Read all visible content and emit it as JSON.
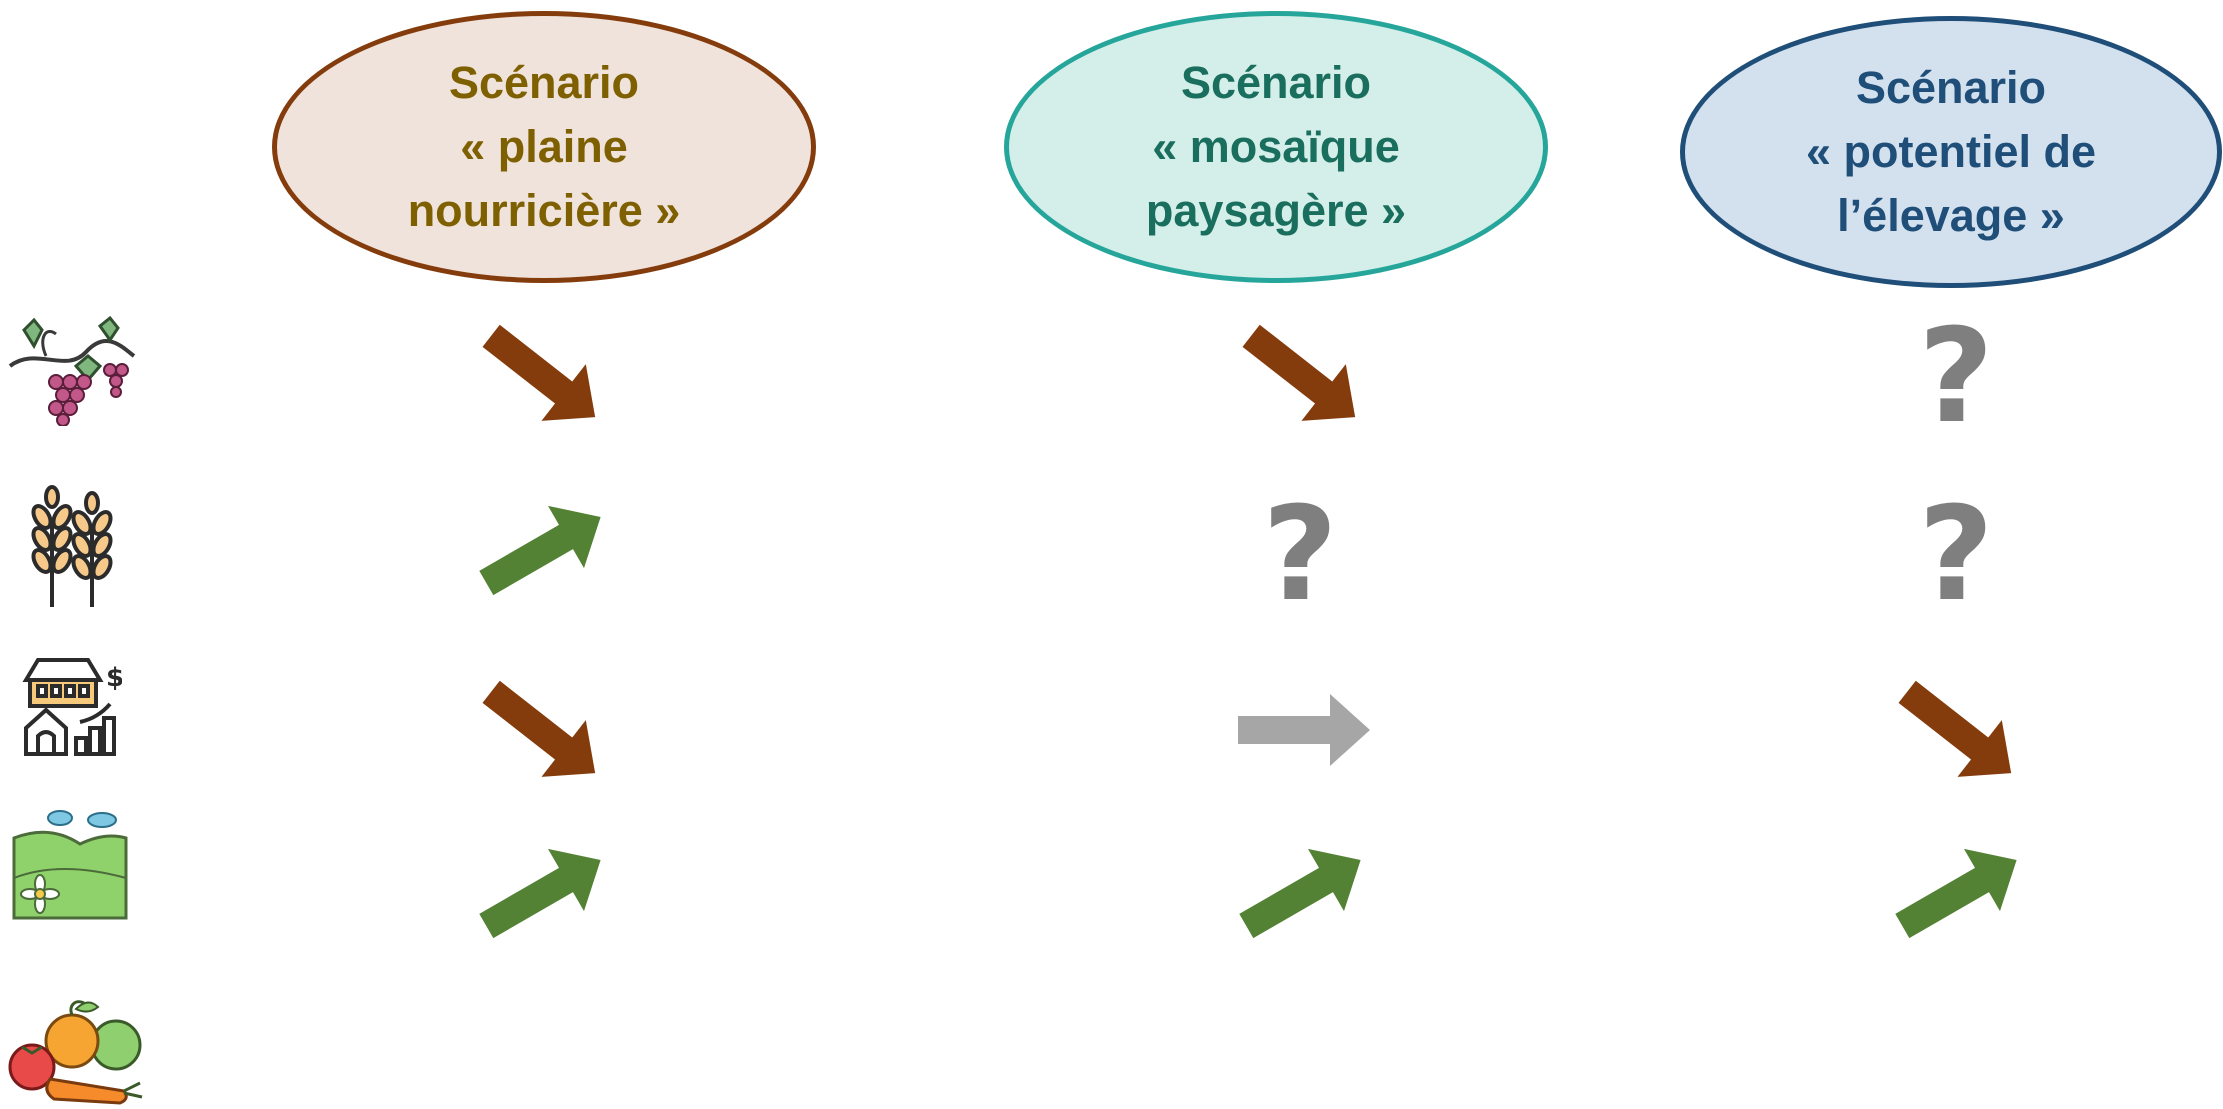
{
  "scenarios": [
    {
      "label": "Scénario\n« plaine\nnourricière »",
      "text_color": "#7f6000",
      "fill": "#efe3dc",
      "border": "#843c0c"
    },
    {
      "label": "Scénario\n« mosaïque\npaysagère »",
      "text_color": "#1a6e5d",
      "fill": "#d4eeea",
      "border": "#26a69a"
    },
    {
      "label": "Scénario\n« potentiel de\nl’élevage »",
      "text_color": "#1f4e79",
      "fill": "#d3e1ef",
      "border": "#1f4e79"
    }
  ],
  "rows": [
    {
      "icon": "grapevine-icon",
      "trends": [
        "down",
        "down",
        "unknown"
      ]
    },
    {
      "icon": "wheat-icon",
      "trends": [
        "up",
        "unknown",
        "unknown"
      ]
    },
    {
      "icon": "farm-economy-icon",
      "trends": [
        "down",
        "stable",
        "down"
      ]
    },
    {
      "icon": "landscape-icon",
      "trends": [
        "up",
        "up",
        "up"
      ]
    },
    {
      "icon": "fruits-vegetables-icon",
      "trends": [
        "",
        "",
        ""
      ]
    }
  ],
  "colors": {
    "up": "#548235",
    "down": "#843c0c",
    "stable": "#a6a6a6",
    "unknown": "#7f7f7f"
  },
  "glyphs": {
    "unknown": "?"
  }
}
